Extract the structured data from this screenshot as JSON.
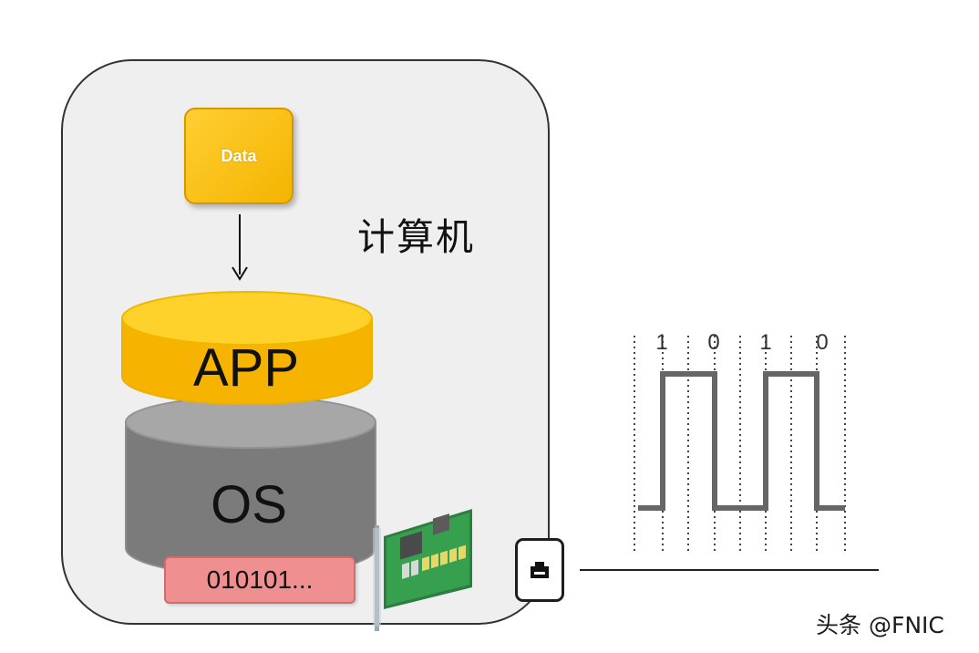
{
  "computer": {
    "label": "计算机"
  },
  "data_block": {
    "label": "Data"
  },
  "stack": {
    "app_label": "APP",
    "os_label": "OS",
    "binary_label": "010101..."
  },
  "signal": {
    "bits": [
      "1",
      "0",
      "1",
      "0"
    ],
    "levels": [
      1,
      0,
      1,
      0
    ]
  },
  "icons": {
    "network_card": "network-card-icon",
    "ethernet_port": "ethernet-port-icon",
    "arrow": "down-arrow-icon"
  },
  "colors": {
    "app_layer": "#f7b500",
    "os_layer": "#7c7c7c",
    "binary_box": "#f08f8f",
    "data_block": "#f5b800",
    "nic_board": "#2f8b45"
  },
  "watermark": "头条 @FNIC"
}
